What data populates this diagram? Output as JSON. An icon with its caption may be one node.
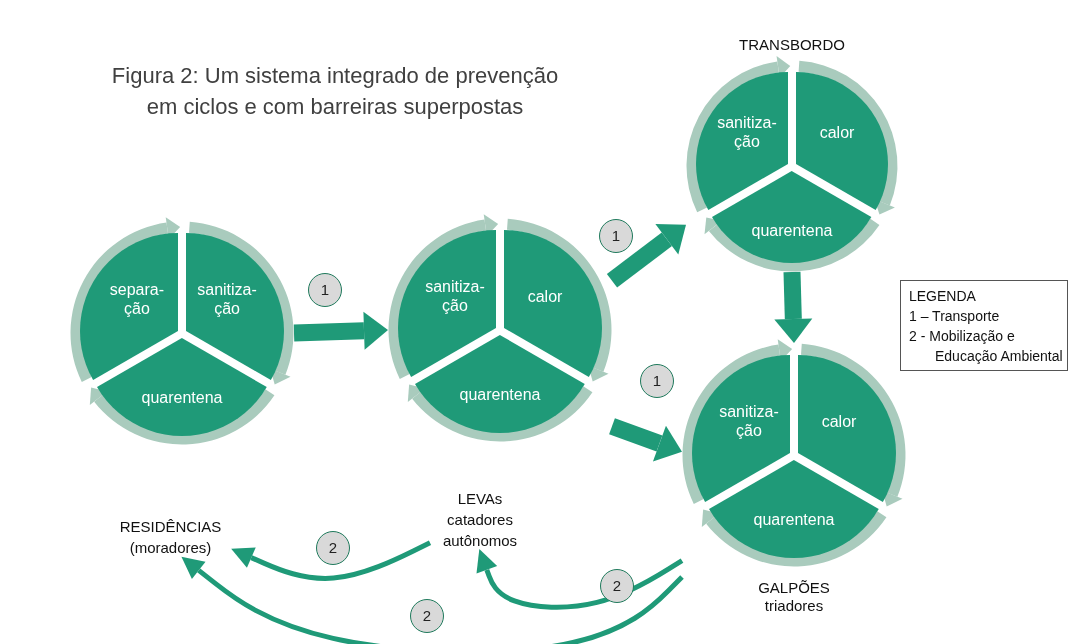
{
  "diagram": {
    "title": "Figura 2: Um sistema integrado de prevenção em ciclos e com barreiras superpostas",
    "nodes": [
      {
        "text": [],
        "shape": "circle"
      },
      {
        "text": [
          "separa- ção"
        ],
        "in": 0
      },
      {
        "text": [
          "sanitiza- ção"
        ],
        "in": 0
      },
      {
        "text": [
          "quarentena"
        ],
        "in": 0
      },
      {
        "text": [],
        "shape": "circle"
      },
      {
        "text": [
          "sanitiza- ção"
        ],
        "in": 4
      },
      {
        "text": [
          "calor"
        ],
        "in": 4
      },
      {
        "text": [
          "quarentena"
        ],
        "in": 4
      },
      {
        "text": [
          "TRANSBORDO"
        ]
      },
      {
        "text": [
          "sanitiza- ção"
        ],
        "in": 8
      },
      {
        "text": [
          "calor"
        ],
        "in": 8
      },
      {
        "text": [
          "quarentena"
        ],
        "in": 8
      },
      {
        "text": [
          "GALPÕES triadores"
        ]
      },
      {
        "text": [
          "sanitiza- ção"
        ],
        "in": 12
      },
      {
        "text": [
          "calor"
        ],
        "in": 12
      },
      {
        "text": [
          "quarentena"
        ],
        "in": 12
      },
      {
        "text": [
          "RESIDÊNCIAS (moradores)"
        ]
      },
      {
        "text": [
          "LEVAs catadores autônomos"
        ]
      }
    ],
    "edges": [
      {
        "from": 0,
        "to": 4,
        "arrow": "to",
        "label": "1"
      },
      {
        "from": 4,
        "to": 8,
        "arrow": "to",
        "label": "1"
      },
      {
        "from": 4,
        "to": 12,
        "arrow": "to",
        "label": "1"
      },
      {
        "from": 8,
        "to": 12,
        "arrow": "to"
      },
      {
        "from": 17,
        "to": 16,
        "arrow": "to",
        "label": "2"
      },
      {
        "from": 12,
        "to": 17,
        "arrow": "to",
        "label": "2"
      },
      {
        "from": 12,
        "to": 16,
        "arrow": "to",
        "label": "2"
      }
    ],
    "labels": [
      "LEGENDA"
    ],
    "legend": [
      {
        "text": "1 – Transporte"
      },
      {
        "text": "2 - Mobilização e Educação Ambiental"
      }
    ]
  }
}
